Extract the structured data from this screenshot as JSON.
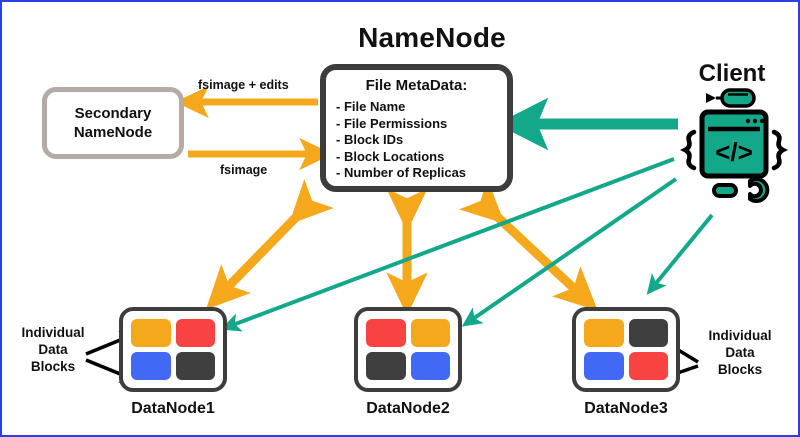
{
  "diagram": {
    "title_namenode": "NameNode",
    "title_client": "Client",
    "secondary_namenode_label": "Secondary\nNameNode",
    "secondary_namenode_line1": "Secondary",
    "secondary_namenode_line2": "NameNode"
  },
  "metadata_box": {
    "heading": "File MetaData:",
    "items": [
      "- File Name",
      "- File Permissions",
      "- Block IDs",
      "- Block Locations",
      "- Number of Replicas"
    ]
  },
  "edge_labels": {
    "fsimage_plus_edits": "fsimage + edits",
    "fsimage": "fsimage"
  },
  "datanodes": [
    {
      "label": "DataNode1",
      "blocks": [
        "#f5a81c",
        "#f94343",
        "#4169f5",
        "#3f3f3f"
      ]
    },
    {
      "label": "DataNode2",
      "blocks": [
        "#f94343",
        "#f5a81c",
        "#3f3f3f",
        "#4169f5"
      ]
    },
    {
      "label": "DataNode3",
      "blocks": [
        "#f5a81c",
        "#3f3f3f",
        "#4169f5",
        "#f94343"
      ]
    }
  ],
  "annotations": {
    "individual_data_blocks_left": "Individual\nData\nBlocks",
    "individual_data_blocks_left_line1": "Individual",
    "individual_data_blocks_left_line2": "Data",
    "individual_data_blocks_left_line3": "Blocks",
    "individual_data_blocks_right_line1": "Individual",
    "individual_data_blocks_right_line2": "Data",
    "individual_data_blocks_right_line3": "Blocks"
  },
  "icons": {
    "client": "client-code-window-icon",
    "mouse": "mouse-pointer-icon",
    "wrench": "wrench-icon",
    "gear_left": "gear-icon",
    "gear_right": "gear-icon",
    "code_glyph": "</>"
  },
  "colors": {
    "orange": "#f5a81c",
    "teal": "#13a889",
    "red": "#f94343",
    "blue": "#4169f5",
    "dark_gray": "#3f3f3f",
    "border_gray": "#3d3d3d",
    "secondary_border": "#b3aba4",
    "frame_blue": "#2b3ee8",
    "black": "#111111"
  }
}
